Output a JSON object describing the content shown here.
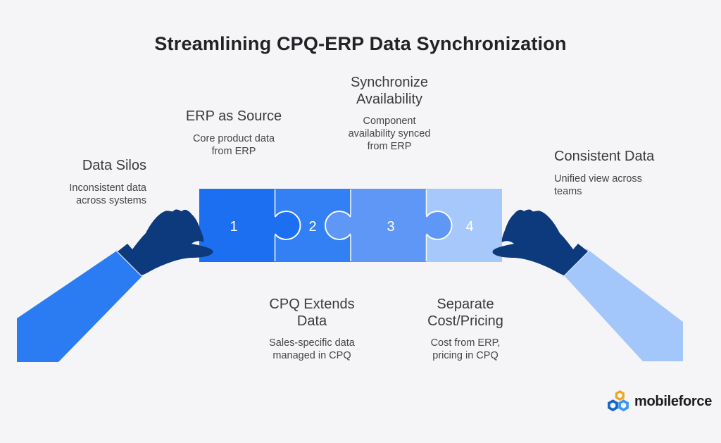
{
  "title": "Streamlining CPQ-ERP Data Synchronization",
  "callouts": {
    "data_silos": {
      "heading": "Data Silos",
      "body": "Inconsistent data\nacross systems"
    },
    "erp_source": {
      "heading": "ERP as Source",
      "body": "Core product data\nfrom ERP"
    },
    "sync_availability": {
      "heading": "Synchronize\nAvailability",
      "body": "Component\navailability synced\nfrom ERP"
    },
    "consistent_data": {
      "heading": "Consistent Data",
      "body": "Unified view across\nteams"
    },
    "cpq_extends": {
      "heading": "CPQ Extends\nData",
      "body": "Sales-specific data\nmanaged in CPQ"
    },
    "separate_cost": {
      "heading": "Separate\nCost/Pricing",
      "body": "Cost from ERP,\npricing in CPQ"
    }
  },
  "puzzle": {
    "pieces": [
      {
        "number": "1",
        "color": "#1D6FF2"
      },
      {
        "number": "2",
        "color": "#3380F4"
      },
      {
        "number": "3",
        "color": "#5E97F6"
      },
      {
        "number": "4",
        "color": "#A6C8FB"
      }
    ],
    "number_color": "#FFFFFF"
  },
  "illustration": {
    "hand_color": "#0D3A7C",
    "left_sleeve_color": "#2B7CF3",
    "right_sleeve_color": "#A3C6FB",
    "cuff_line_color": "#DCE5F4"
  },
  "logo": {
    "text": "mobileforce",
    "icon_colors": {
      "top": "#F0A51C",
      "left": "#1465C4",
      "right": "#3E96EF"
    }
  }
}
